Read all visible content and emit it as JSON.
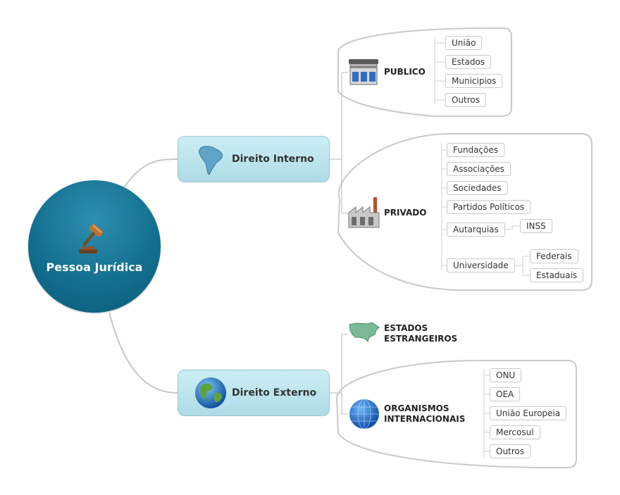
{
  "root": {
    "label": "Pessoa Jurídica",
    "icon": "gavel-icon"
  },
  "branches": [
    {
      "label": "Direito Interno",
      "icon": "south-america-icon",
      "groups": [
        {
          "label": "PUBLICO",
          "icon": "building-icon",
          "leaves": [
            "União",
            "Estados",
            "Municipios",
            "Outros"
          ]
        },
        {
          "label": "PRIVADO",
          "icon": "factory-icon",
          "leaves": [
            "Fundações",
            "Associações",
            "Sociedades",
            "Partidos Políticos",
            "Autarquias",
            "Universidade"
          ],
          "sub_leaves": {
            "autarquias": [
              "INSS"
            ],
            "universidade": [
              "Federais",
              "Estaduais"
            ]
          }
        }
      ]
    },
    {
      "label": "Direito Externo",
      "icon": "globe-icon",
      "groups": [
        {
          "label_lines": [
            "ESTADOS",
            "ESTRANGEIROS"
          ],
          "icon": "usa-map-icon"
        },
        {
          "label_lines": [
            "ORGANISMOS",
            "INTERNACIONAIS"
          ],
          "icon": "blue-globe-icon",
          "leaves": [
            "ONU",
            "OEA",
            "União Europeia",
            "Mercosul",
            "Outros"
          ]
        }
      ]
    }
  ],
  "colors": {
    "root": "#136f8f",
    "branch": "#b8e3ec",
    "connector": "#c8c8c8"
  }
}
